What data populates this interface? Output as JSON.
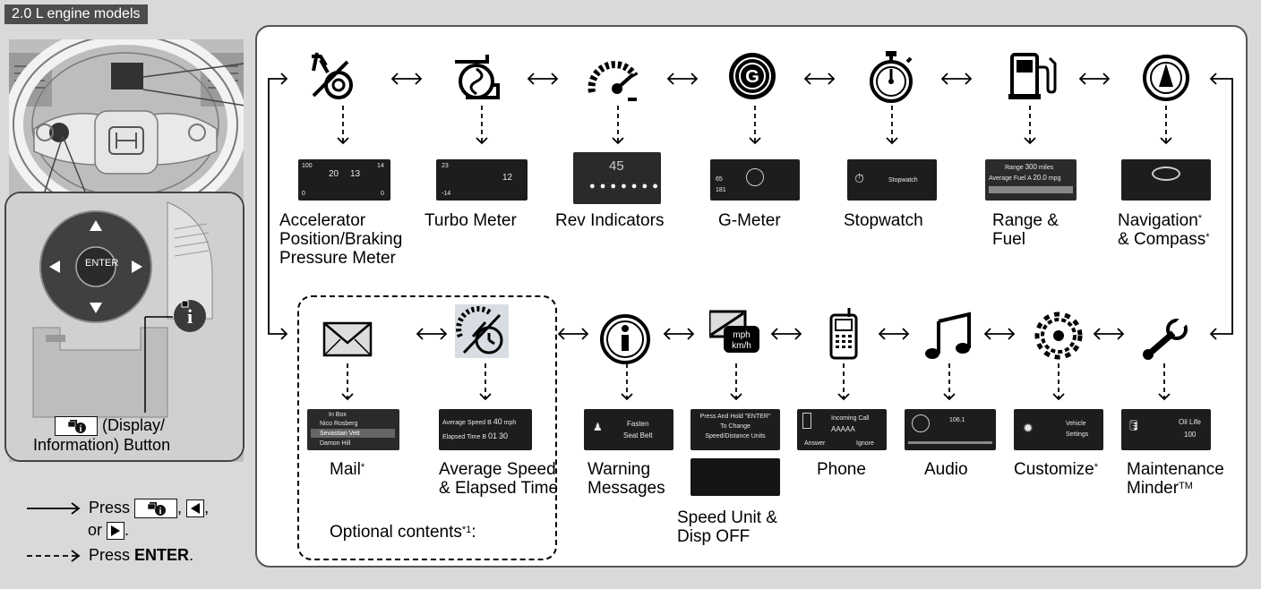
{
  "header": {
    "title": "2.0 L engine models"
  },
  "controller": {
    "enter_label": "ENTER",
    "button_caption_line1": "(Display/",
    "button_caption_line2": "Information) Button"
  },
  "legend": {
    "press_label": "Press",
    "comma": ",",
    "or_label": "or",
    "period": ".",
    "enter_prefix": "Press",
    "enter_word": "ENTER",
    "enter_suffix": "."
  },
  "top_row": [
    {
      "icon": "accelerator-braking-icon",
      "lines": [
        "Accelerator",
        "Position/Braking",
        "Pressure Meter"
      ]
    },
    {
      "icon": "turbo-meter-icon",
      "lines": [
        "Turbo Meter"
      ]
    },
    {
      "icon": "rev-indicator-icon",
      "lines": [
        "Rev Indicators"
      ]
    },
    {
      "icon": "g-meter-icon",
      "lines": [
        "G-Meter"
      ]
    },
    {
      "icon": "stopwatch-icon",
      "lines": [
        "Stopwatch"
      ]
    },
    {
      "icon": "fuel-pump-icon",
      "lines": [
        "Range &",
        "Fuel"
      ]
    },
    {
      "icon": "compass-icon",
      "lines": [
        "Navigation",
        "& Compass"
      ]
    }
  ],
  "bottom_row": [
    {
      "icon": "mail-icon",
      "lines": [
        "Mail"
      ]
    },
    {
      "icon": "average-speed-icon",
      "lines": [
        "Average Speed",
        "& Elapsed Time"
      ]
    },
    {
      "icon": "information-icon",
      "lines": [
        "Warning",
        "Messages"
      ]
    },
    {
      "icon": "speed-unit-icon",
      "lines": [
        "Speed Unit &",
        "Disp OFF"
      ]
    },
    {
      "icon": "phone-icon",
      "lines": [
        "Phone"
      ]
    },
    {
      "icon": "music-note-icon",
      "lines": [
        "Audio"
      ]
    },
    {
      "icon": "gear-icon",
      "lines": [
        "Customize"
      ]
    },
    {
      "icon": "wrench-icon",
      "lines": [
        "Maintenance",
        "Minder"
      ]
    }
  ],
  "asterisk": "*",
  "tm_mark": "TM",
  "optional_contents": "Optional contents",
  "optional_note_mark": "*1",
  "optional_colon": ":",
  "screens": {
    "accel": {
      "v1": "20",
      "v2": "13",
      "a": "100",
      "b": "0",
      "c": "0",
      "d": "14"
    },
    "turbo": {
      "v1": "23",
      "v2": "12",
      "v3": "-14"
    },
    "rev": {
      "v1": "45"
    },
    "gmeter": {
      "v1": "65",
      "v2": "181"
    },
    "stopwatch": {
      "label": "Stopwatch"
    },
    "range": {
      "l1": "Range",
      "v1": "300",
      "u1": "miles",
      "l2": "Average Fuel A",
      "v2": "20.0",
      "u2": "mpg"
    },
    "mail": {
      "l1": "In Box",
      "r1": "Nico Rosberg",
      "r2": "Sevastian Vett",
      "r3": "Damon Hill"
    },
    "avg": {
      "l1": "Average Speed B",
      "v1": "40",
      "u1": "mph",
      "l2": "Elapsed Time B",
      "v2": "01",
      "v3": "30"
    },
    "warning": {
      "l1": "Fasten",
      "l2": "Seat Belt"
    },
    "speedunit": {
      "l1": "Press And Hold \"ENTER\"",
      "l2": "To Change",
      "l3": "Speed/Distance Units"
    },
    "phone": {
      "l1": "Incoming Call",
      "l2": "AAAAA",
      "l3": "Answer",
      "l4": "Ignore"
    },
    "audio": {
      "l1": "106.1"
    },
    "customize": {
      "l1": "Vehicle",
      "l2": "Settings"
    },
    "maint": {
      "l1": "Oil Life",
      "l2": "100"
    }
  }
}
